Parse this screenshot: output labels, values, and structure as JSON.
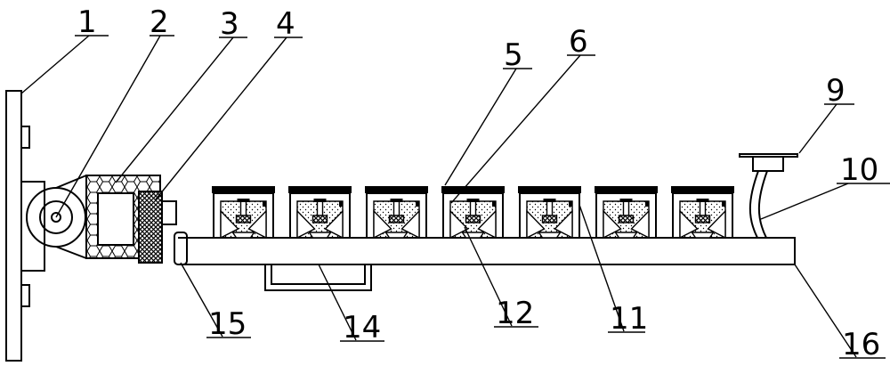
{
  "labels": {
    "l1": "1",
    "l2": "2",
    "l3": "3",
    "l4": "4",
    "l5": "5",
    "l6": "6",
    "l9": "9",
    "l10": "10",
    "l11": "11",
    "l12": "12",
    "l14": "14",
    "l15": "15",
    "l16": "16"
  },
  "units": {
    "count": 7
  }
}
